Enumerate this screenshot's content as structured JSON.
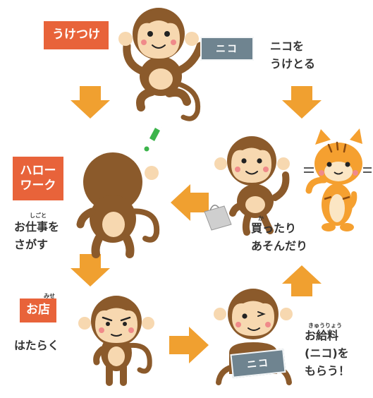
{
  "steps": {
    "uketsuke": {
      "label": "うけつけ"
    },
    "nico_receive": {
      "card": "ニコ",
      "caption_line1": "ニコを",
      "caption_line2": "うけとる"
    },
    "hellowork": {
      "label_line1": "ハロー",
      "label_line2": "ワーク",
      "ruby": "しごと",
      "caption_line1": "お仕事を",
      "caption_line2": "さがす"
    },
    "shop": {
      "label": "お店",
      "ruby": "みせ",
      "caption": "はたらく"
    },
    "salary": {
      "card": "ニコ",
      "ruby": "きゅうりょう",
      "caption_line1": "お給料",
      "caption_line2": "(ニコ)を",
      "caption_line3": "もらう！"
    },
    "shopping": {
      "ruby": "か",
      "caption_line1": "買ったり",
      "caption_line2": "あそんだり"
    },
    "exclaim": "！"
  },
  "colors": {
    "accent": "#e8633a",
    "arrow": "#f0a030",
    "card": "#6f8490",
    "monkey_brown": "#8b5a2b",
    "monkey_face": "#f7d8b0",
    "cat_orange": "#f5a030"
  }
}
